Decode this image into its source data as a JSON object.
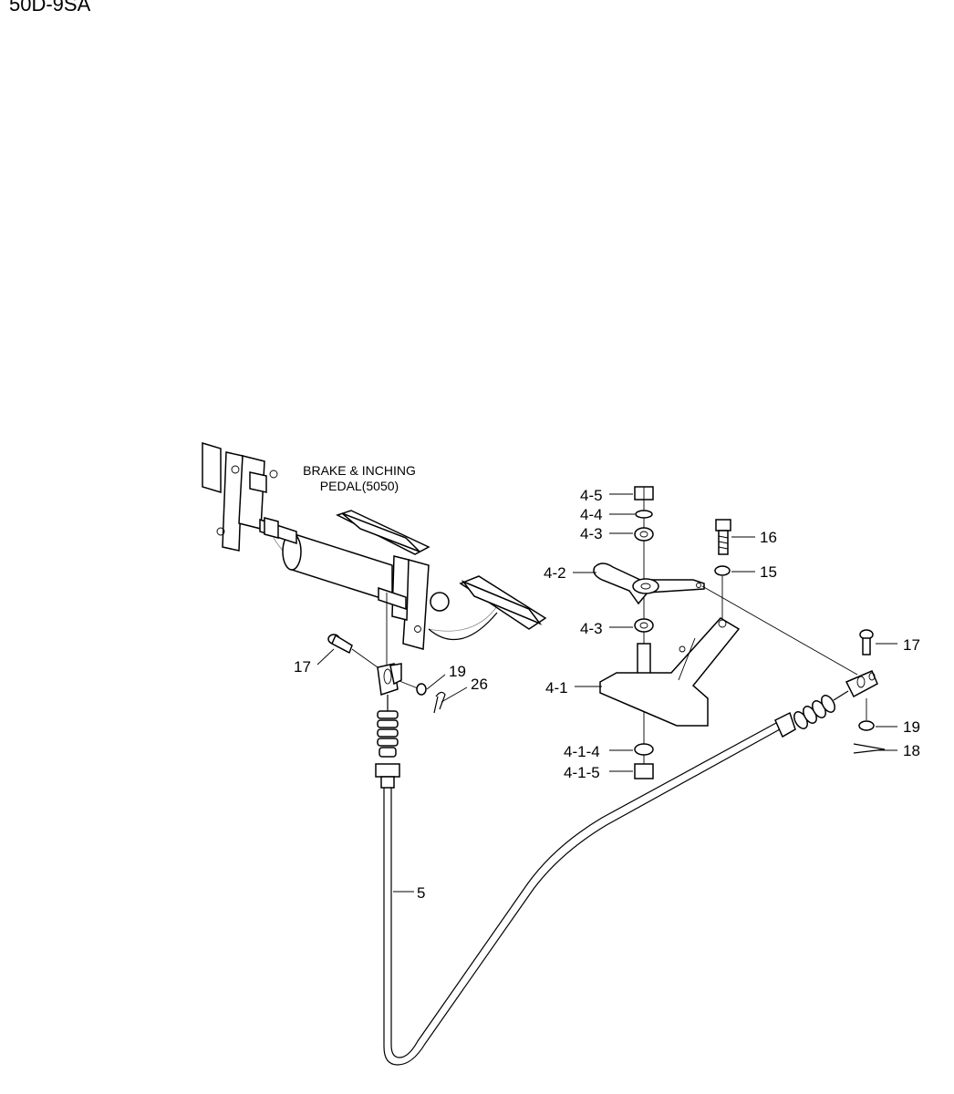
{
  "header": {
    "model": "50D-9SA"
  },
  "assembly": {
    "caption_line1": "BRAKE & INCHING",
    "caption_line2": "PEDAL(5050)"
  },
  "callouts": {
    "p4_5": "4-5",
    "p4_4": "4-4",
    "p4_3_top": "4-3",
    "p4_2": "4-2",
    "p4_3_bottom": "4-3",
    "p4_1": "4-1",
    "p4_1_4": "4-1-4",
    "p4_1_5": "4-1-5",
    "p16": "16",
    "p15": "15",
    "p17_right": "17",
    "p19_right": "19",
    "p18": "18",
    "p17_left": "17",
    "p19_left": "19",
    "p26": "26",
    "p5": "5"
  }
}
